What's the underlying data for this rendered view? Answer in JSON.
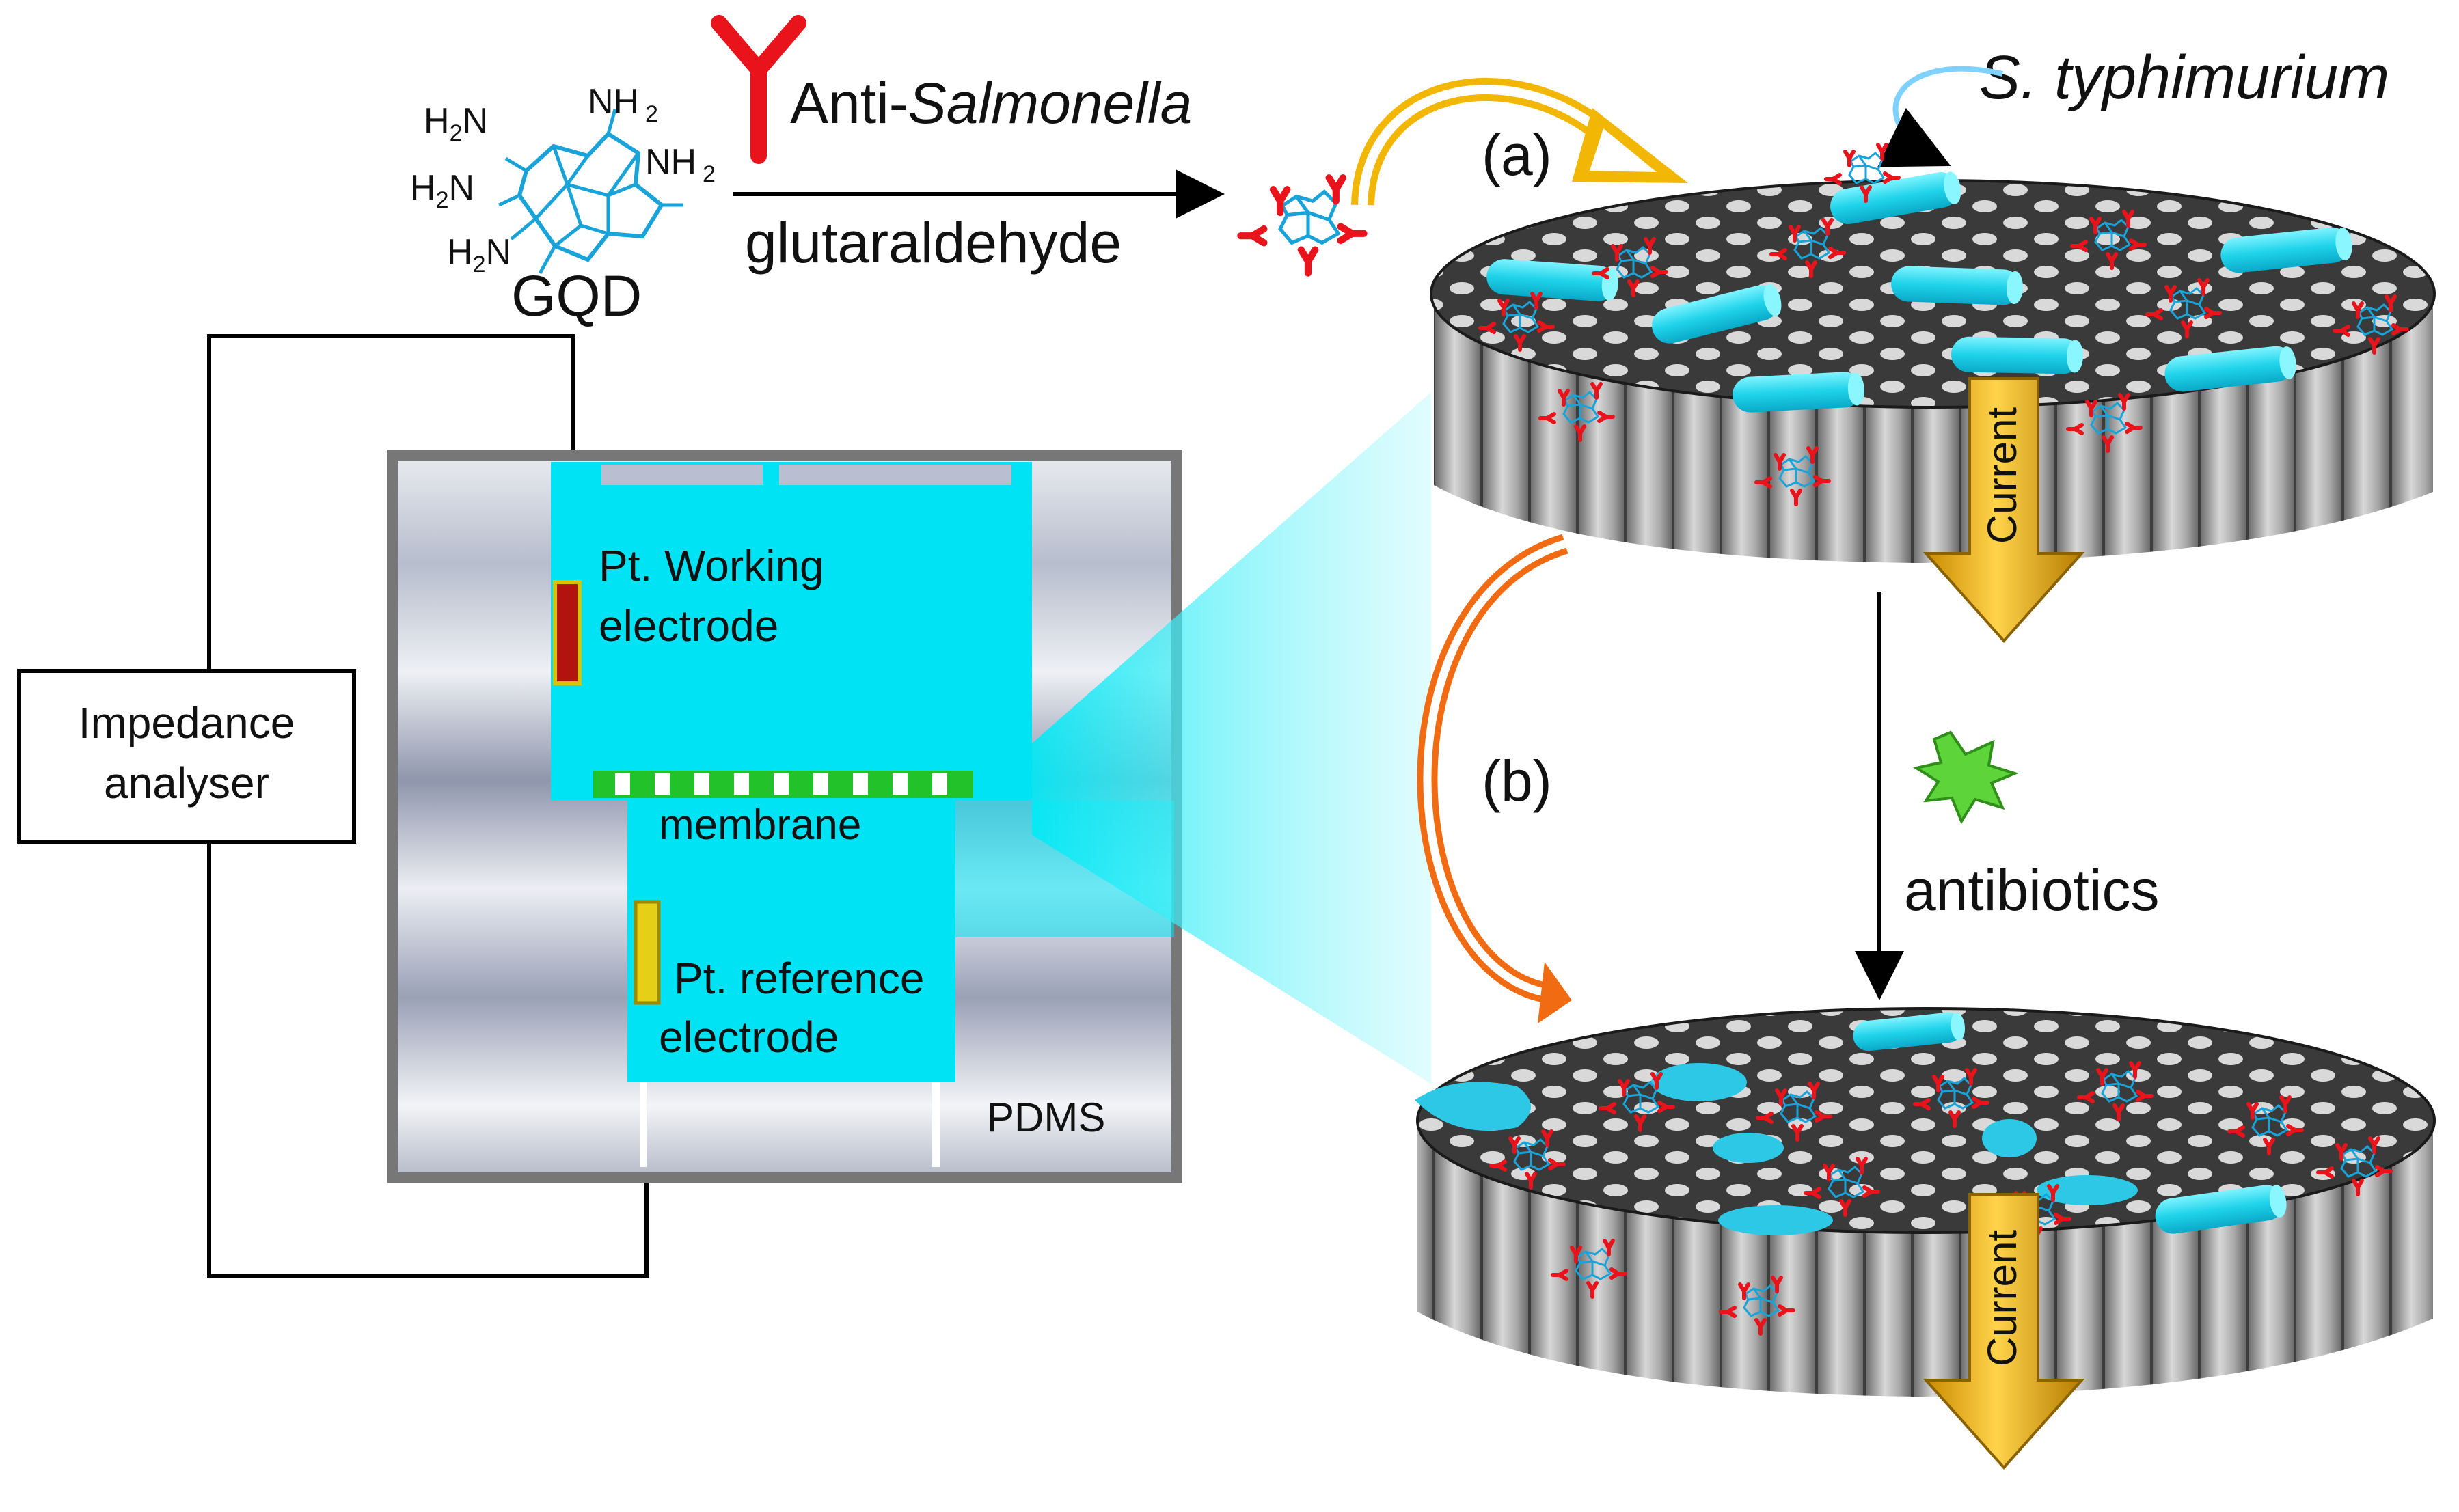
{
  "reagents": {
    "gqd_label": "GQD",
    "amine_groups": [
      "NH",
      "NH",
      "NH",
      "NH",
      "NH"
    ],
    "antibody_prefix": "Anti-",
    "antibody_italic": "Salmonella",
    "linker_label": "glutaraldehyde"
  },
  "bacteria_label": "S. typhimurium",
  "panels": {
    "a_label": "(a)",
    "b_label": "(b)",
    "current_label": "Current",
    "antibiotics_label": "antibiotics"
  },
  "cell": {
    "analyser_line1": "Impedance",
    "analyser_line2": "analyser",
    "working_line1": "Pt. Working",
    "working_line2": "electrode",
    "membrane_label": "membrane",
    "reference_line1": "Pt. reference",
    "reference_line2": "electrode",
    "pdms_label": "PDMS"
  },
  "colors": {
    "cyan": "#00e6f5",
    "antibody_red": "#e8131b",
    "gqd_blue": "#1aa3d9",
    "arrow_gold": "#f2b705",
    "membrane_green": "#22c22a",
    "pore_gray": "#5a5a5a"
  }
}
